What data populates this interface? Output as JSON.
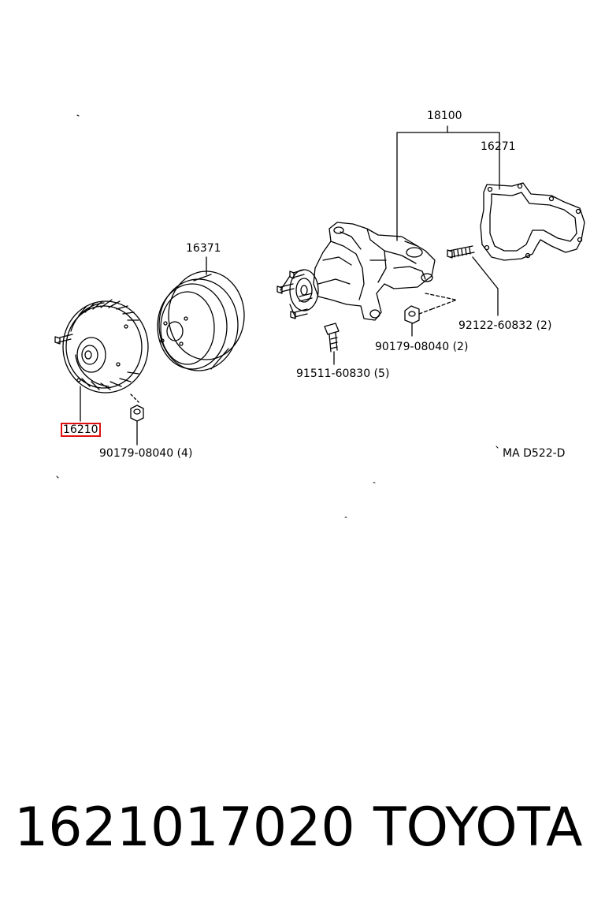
{
  "callouts": {
    "assembly": "18100",
    "gasket": "16271",
    "pulley": "16371",
    "stud": "92122-60832 (2)",
    "nut_pump": "90179-08040 (2)",
    "bolt": "91511-60830 (5)",
    "fan_clutch": "16210",
    "nut_fan": "90179-08040 (4)",
    "diagram_code": "MA  D522-D"
  },
  "highlight_color": "#e01010",
  "part_number": "1621017020",
  "brand": "TOYOTA"
}
